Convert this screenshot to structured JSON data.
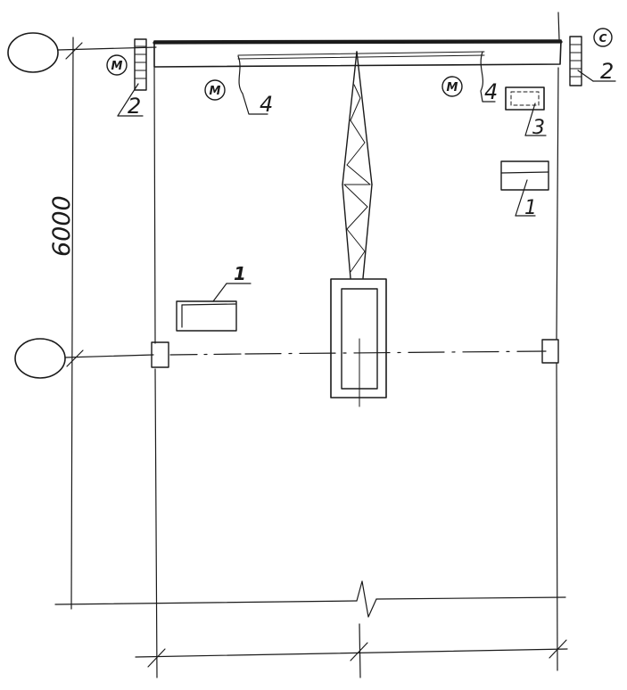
{
  "drawing": {
    "dimension_label": "6000",
    "leaders": {
      "rack_left": "1",
      "rack_right": "1",
      "panel": "3",
      "hook_left": "4",
      "hook_right": "4",
      "post_left": "2",
      "post_right": "2"
    },
    "marks": {
      "post_left": "M",
      "hook_left": "M",
      "hook_right": "M",
      "post_right": "C"
    }
  },
  "colors": {
    "ink": "#1a1a1a",
    "paper": "#ffffff"
  }
}
